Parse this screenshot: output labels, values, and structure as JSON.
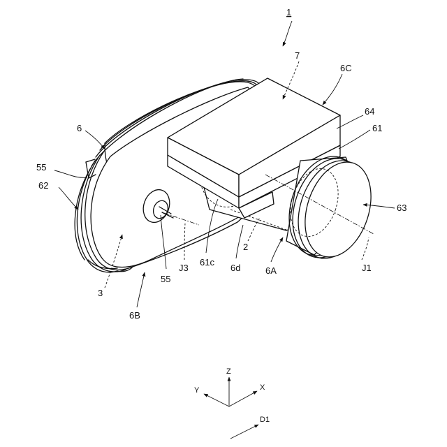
{
  "figure": {
    "ref_1": "1",
    "ref_7": "7",
    "ref_6C": "6C",
    "ref_64": "64",
    "ref_61": "61",
    "ref_6": "6",
    "ref_55_top": "55",
    "ref_62": "62",
    "ref_63": "63",
    "ref_2": "2",
    "ref_6A": "6A",
    "ref_J1": "J1",
    "ref_61c": "61c",
    "ref_6d": "6d",
    "ref_J3": "J3",
    "ref_55_bottom": "55",
    "ref_3": "3",
    "ref_6B": "6B"
  },
  "axes": {
    "z": "Z",
    "y": "Y",
    "x": "X",
    "d1": "D1"
  }
}
